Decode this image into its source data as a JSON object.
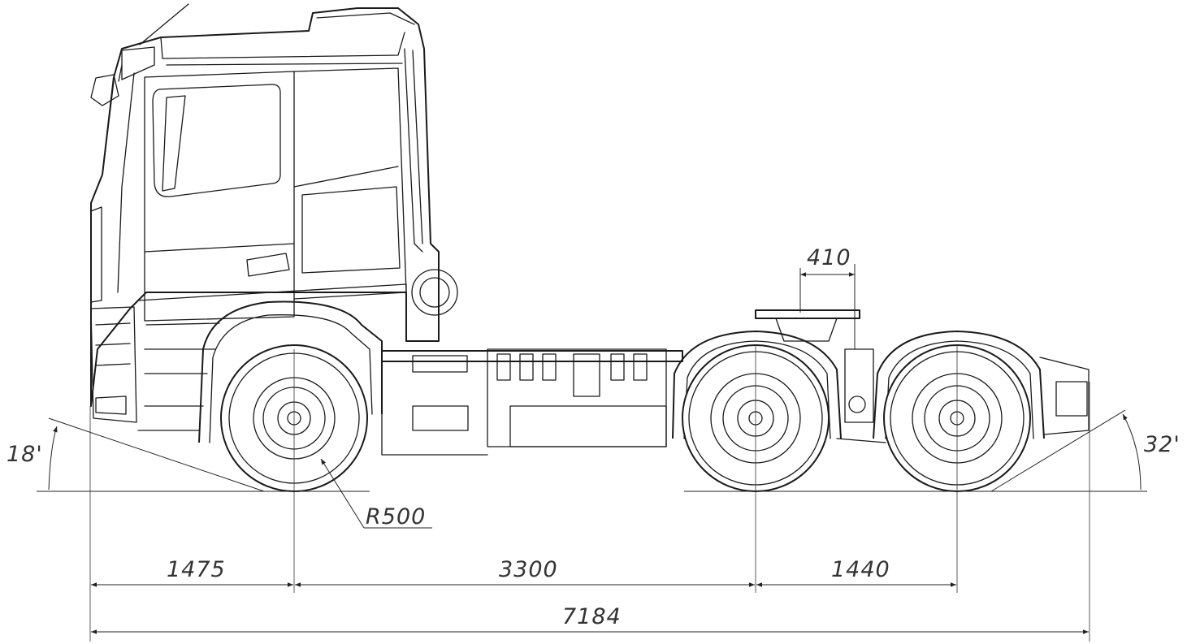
{
  "dimensions": {
    "front_overhang": "1475",
    "wheelbase": "3300",
    "tandem_spacing": "1440",
    "overall_length": "7184",
    "fifth_wheel_offset": "410",
    "wheel_radius": "R500"
  },
  "angles": {
    "approach": "18'",
    "departure": "32'"
  },
  "colors": {
    "line": "#1a1a1a",
    "background": "#ffffff",
    "dimension_text": "#333333"
  }
}
